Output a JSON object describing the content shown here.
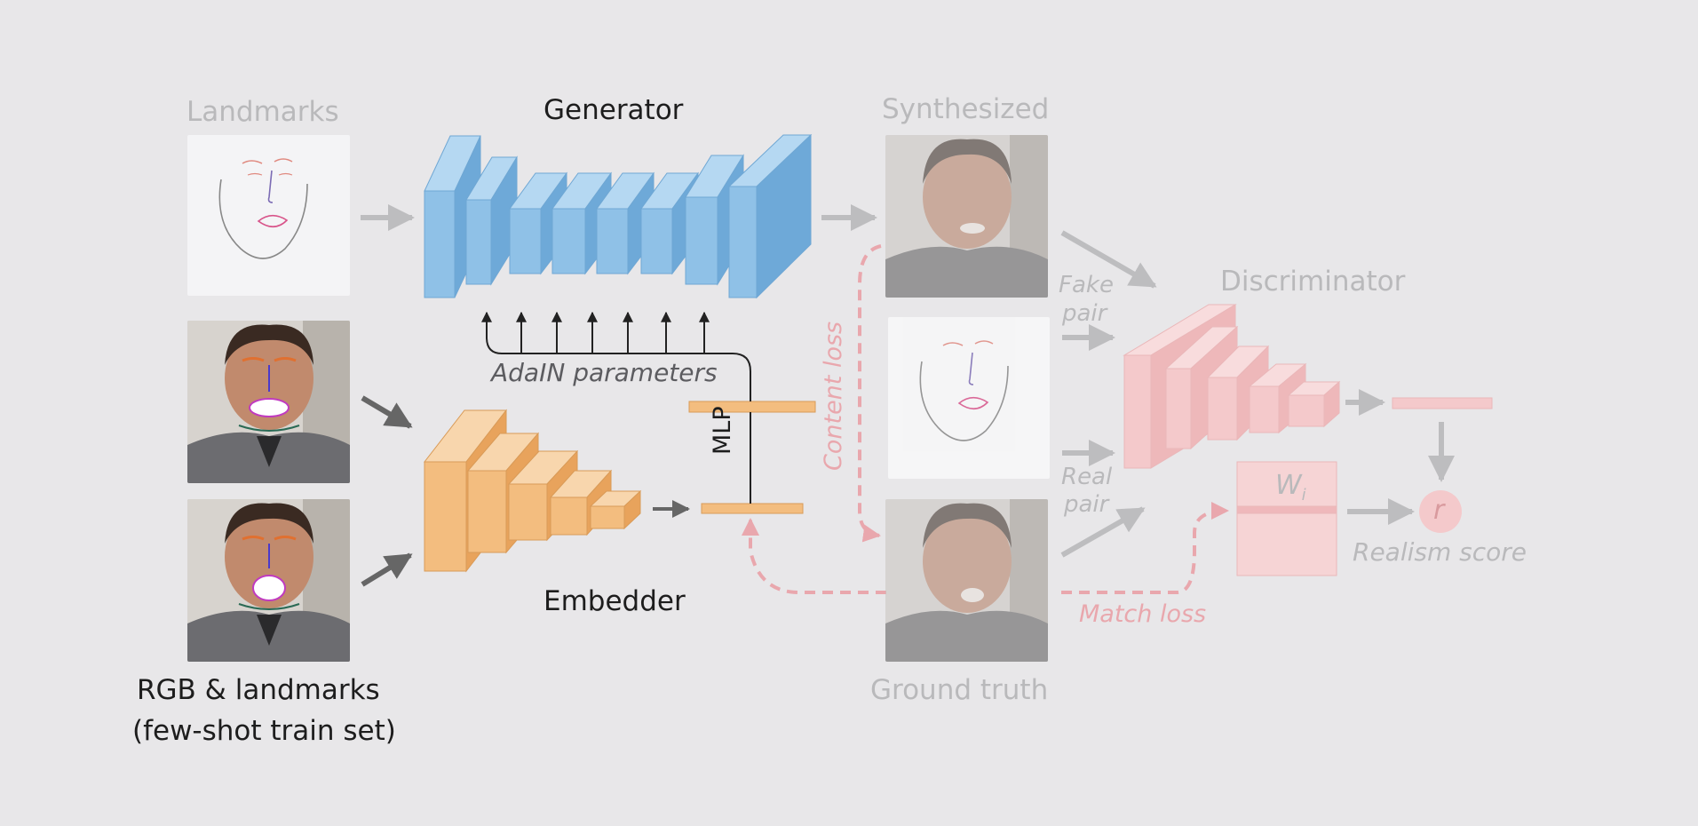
{
  "labels": {
    "landmarks": "Landmarks",
    "generator": "Generator",
    "synthesized": "Synthesized",
    "discriminator": "Discriminator",
    "adain": "AdaIN parameters",
    "mlp": "MLP",
    "content_loss": "Content loss",
    "fake_pair_1": "Fake",
    "fake_pair_2": "pair",
    "real_pair_1": "Real",
    "real_pair_2": "pair",
    "embedder": "Embedder",
    "rgb_landmarks_1": "RGB & landmarks",
    "rgb_landmarks_2": "(few-shot train set)",
    "ground_truth": "Ground truth",
    "match_loss": "Match loss",
    "wi": "W",
    "wi_sub": "i",
    "r": "r",
    "realism_score": "Realism score"
  },
  "colors": {
    "generator_blue": "#8fc1e7",
    "embedder_orange": "#f3bd7f",
    "discriminator_pink": "#f4c9cb",
    "loss_pink": "#e9a7ad",
    "arrow_gray": "#b9b9bb"
  }
}
